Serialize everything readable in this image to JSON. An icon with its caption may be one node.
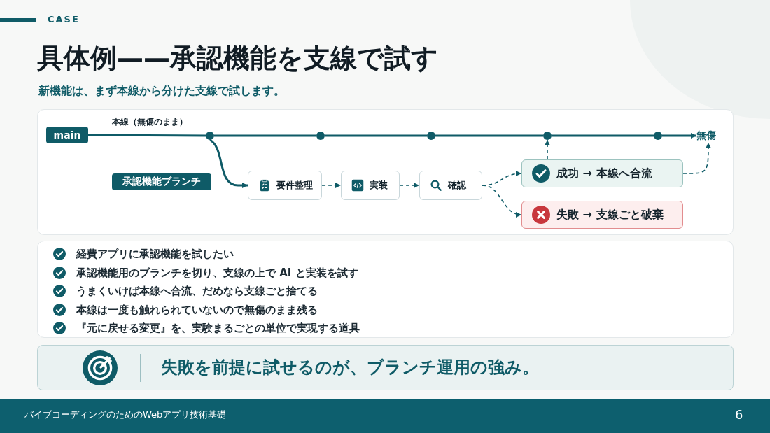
{
  "diagram": {
    "title": "具体例——承認機能を支線で試す",
    "nodes": [
      {
        "text": [
          "main"
        ]
      },
      {
        "text": [],
        "shape": "circle"
      },
      {
        "text": [],
        "shape": "circle"
      },
      {
        "text": [],
        "shape": "circle"
      },
      {
        "text": [],
        "shape": "circle"
      },
      {
        "text": [],
        "shape": "circle"
      },
      {
        "text": [
          "無傷"
        ]
      },
      {
        "text": [
          "承認機能ブランチ"
        ]
      },
      {
        "text": [
          "要件整理"
        ]
      },
      {
        "text": [
          "実装"
        ]
      },
      {
        "text": [
          "確認"
        ]
      },
      {
        "text": [
          "成功 → 本線へ合流"
        ]
      },
      {
        "text": [
          "失敗 → 支線ごと破棄"
        ]
      },
      {
        "text": [
          "経費アプリに承認機能を試したい",
          "承認機能用のブランチを切り、支線の上で AI と実装を試す",
          "うまくいけば本線へ合流、だめなら支線ごと捨てる",
          "本線は一度も触れられていないので無傷のまま残る",
          "『元に戻せる変更』を、実験まるごとの単位で実現する道具"
        ]
      },
      {
        "text": [
          "失敗を前提に試せるのが、ブランチ運用の強み。"
        ]
      }
    ],
    "edges": [
      {
        "from": 0,
        "to": 1,
        "arrow": "none"
      },
      {
        "from": 1,
        "to": 2,
        "arrow": "none"
      },
      {
        "from": 2,
        "to": 3,
        "arrow": "none"
      },
      {
        "from": 3,
        "to": 4,
        "arrow": "none"
      },
      {
        "from": 4,
        "to": 5,
        "arrow": "none"
      },
      {
        "from": 5,
        "to": 6,
        "arrow": "to"
      },
      {
        "from": 1,
        "to": 8,
        "arrow": "to"
      },
      {
        "from": 8,
        "to": 9,
        "arrow": "to",
        "style": "dashed"
      },
      {
        "from": 9,
        "to": 10,
        "arrow": "to",
        "style": "dashed"
      },
      {
        "from": 10,
        "to": 11,
        "arrow": "to",
        "style": "dashed"
      },
      {
        "from": 10,
        "to": 12,
        "arrow": "to",
        "style": "dashed"
      },
      {
        "from": 11,
        "to": 4,
        "arrow": "to",
        "style": "dashed"
      },
      {
        "from": 11,
        "to": 6,
        "arrow": "to",
        "style": "dashed"
      }
    ],
    "labels": [
      "CASE",
      "新機能は、まず本線から分けた支線で試します。",
      "本線（無傷のまま）",
      "バイブコーディングのためのWebアプリ技術基礎",
      "6"
    ]
  }
}
